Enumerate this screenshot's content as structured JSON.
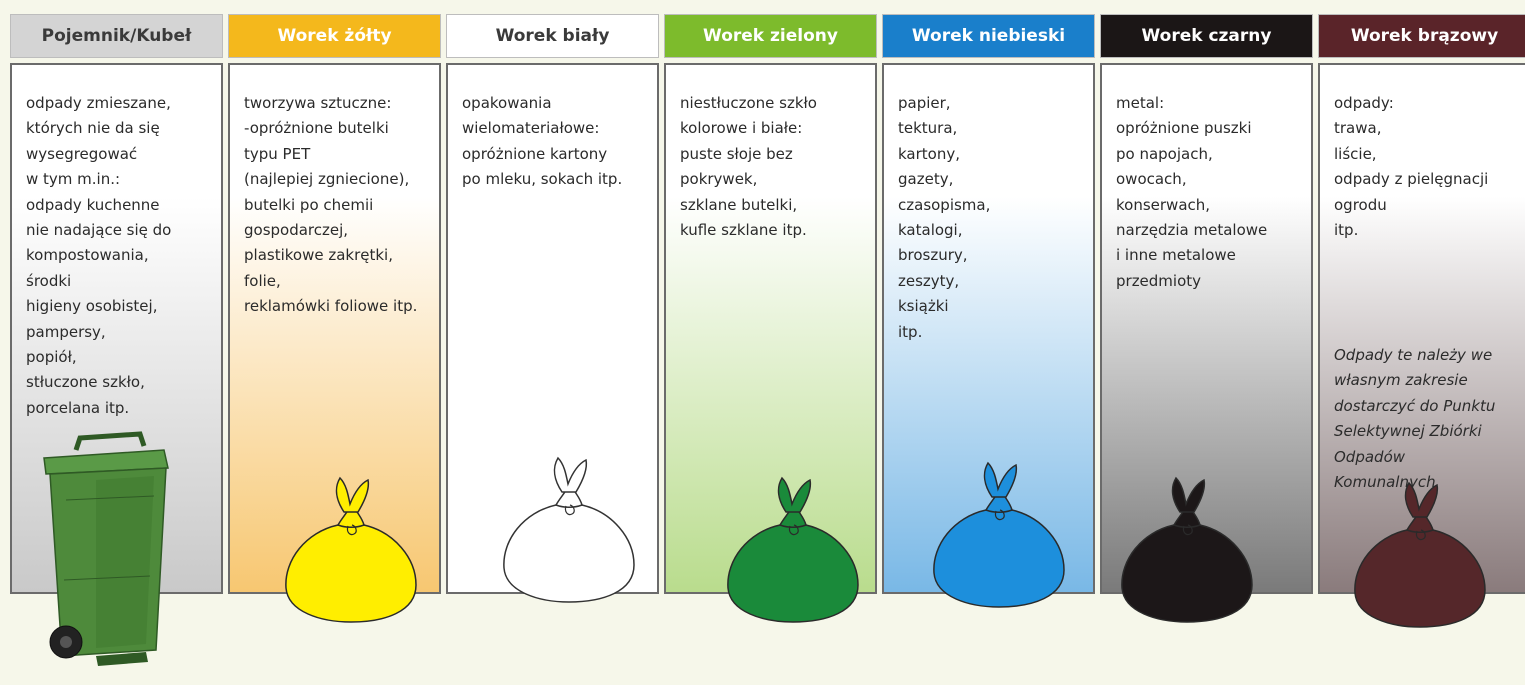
{
  "columns": [
    {
      "id": "pojemnik",
      "header": "Pojemnik/Kubeł",
      "header_bg": "#d4d4d4",
      "header_color": "#3a3a3a",
      "gradient_top": "#ffffff",
      "gradient_bottom": "#c9c9c9",
      "lines": [
        "odpady zmieszane,",
        "których nie da się",
        "wysegregować",
        "w tym m.in.:",
        "odpady kuchenne",
        "nie nadające się do",
        "kompostowania,",
        "środki",
        "higieny osobistej,",
        "pampersy,",
        "popiół,",
        "stłuczone szkło,",
        "porcelana itp."
      ],
      "art": "wheelie-bin-icon",
      "art_color": "#4e8a3b"
    },
    {
      "id": "zolty",
      "header": "Worek żółty",
      "header_bg": "#f4b81c",
      "header_color": "#ffffff",
      "gradient_top": "#ffffff",
      "gradient_bottom": "#f7c771",
      "lines": [
        "tworzywa sztuczne:",
        "-opróżnione butelki",
        "typu PET",
        "(najlepiej zgniecione),",
        "butelki po chemii",
        "gospodarczej,",
        "plastikowe zakrętki,",
        " folie,",
        "reklamówki foliowe itp."
      ],
      "art": "yellow-bag-icon",
      "art_color": "#ffee00"
    },
    {
      "id": "bialy",
      "header": "Worek biały",
      "header_bg": "#ffffff",
      "header_color": "#3a3a3a",
      "gradient_top": "#ffffff",
      "gradient_bottom": "#ffffff",
      "lines": [
        "opakowania",
        "wielomateriałowe:",
        "opróżnione kartony",
        "po mleku, sokach itp."
      ],
      "art": "white-bag-icon",
      "art_color": "#ffffff"
    },
    {
      "id": "zielony",
      "header": "Worek zielony",
      "header_bg": "#7dbb2c",
      "header_color": "#ffffff",
      "gradient_top": "#ffffff",
      "gradient_bottom": "#b9dc8d",
      "lines": [
        "niestłuczone szkło",
        "kolorowe i białe:",
        "puste słoje bez",
        "pokrywek,",
        "szklane butelki,",
        "kufle szklane itp."
      ],
      "art": "green-bag-icon",
      "art_color": "#1a8a3a"
    },
    {
      "id": "niebieski",
      "header": "Worek niebieski",
      "header_bg": "#1a7fcb",
      "header_color": "#ffffff",
      "gradient_top": "#ffffff",
      "gradient_bottom": "#79b8e6",
      "lines": [
        "papier,",
        "tektura,",
        "kartony,",
        "gazety,",
        "czasopisma,",
        "katalogi,",
        "broszury,",
        "zeszyty,",
        "książki",
        "itp."
      ],
      "art": "blue-bag-icon",
      "art_color": "#1d8fdc"
    },
    {
      "id": "czarny",
      "header": "Worek czarny",
      "header_bg": "#1b1616",
      "header_color": "#ffffff",
      "gradient_top": "#ffffff",
      "gradient_bottom": "#7a7a7a",
      "lines": [
        "metal:",
        "opróżnione puszki",
        "po napojach,",
        "owocach,",
        "konserwach,",
        "narzędzia metalowe",
        "i inne metalowe",
        "przedmioty"
      ],
      "art": "black-bag-icon",
      "art_color": "#1c1718"
    },
    {
      "id": "brazowy",
      "header": "Worek brązowy",
      "header_bg": "#5a2429",
      "header_color": "#ffffff",
      "gradient_top": "#ffffff",
      "gradient_bottom": "#8a7b7c",
      "lines": [
        "odpady:",
        "trawa,",
        "liście,",
        "odpady z pielęgnacji",
        "ogrodu",
        "itp."
      ],
      "note_lines": [
        "Odpady te należy we",
        "własnym zakresie",
        "dostarczyć do Punktu",
        "Selektywnej Zbiórki",
        "Odpadów",
        "Komunalnych"
      ],
      "art": "brown-bag-icon",
      "art_color": "#55272a"
    }
  ]
}
